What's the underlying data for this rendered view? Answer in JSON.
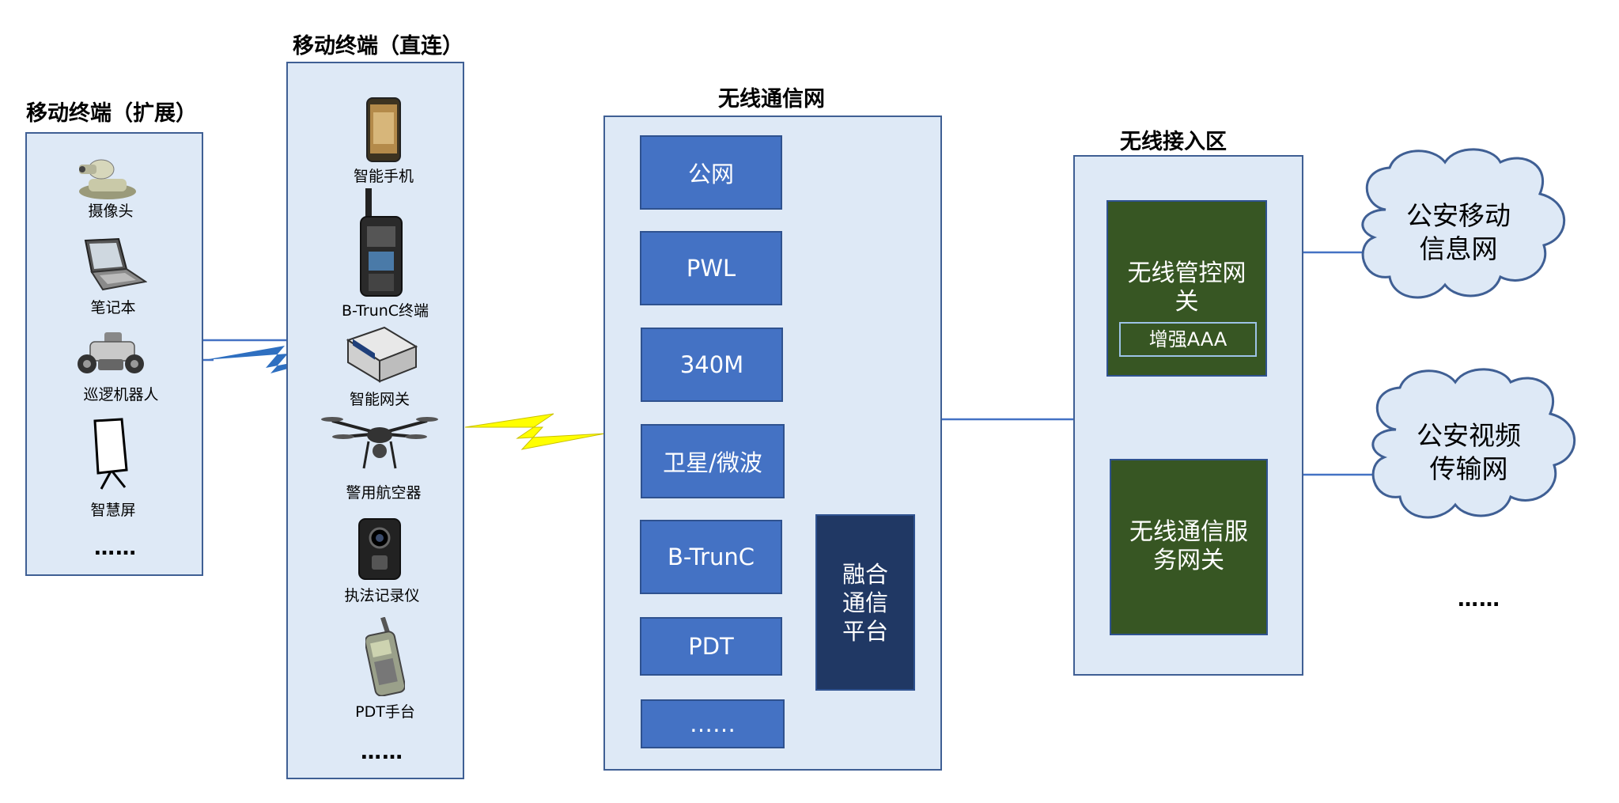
{
  "ext_terminals": {
    "title": "移动终端（扩展）",
    "items": [
      {
        "label": "摄像头",
        "icon": "ptz-camera-icon"
      },
      {
        "label": "笔记本",
        "icon": "laptop-icon"
      },
      {
        "label": "巡逻机器人",
        "icon": "patrol-robot-icon"
      },
      {
        "label": "智慧屏",
        "icon": "smart-screen-icon"
      }
    ],
    "more": "……"
  },
  "direct_terminals": {
    "title": "移动终端（直连）",
    "items": [
      {
        "label": "智能手机",
        "icon": "smartphone-icon"
      },
      {
        "label": "B-TrunC终端",
        "icon": "radio-terminal-icon"
      },
      {
        "label": "智能网关",
        "icon": "gateway-box-icon"
      },
      {
        "label": "警用航空器",
        "icon": "drone-icon"
      },
      {
        "label": "执法记录仪",
        "icon": "body-camera-icon"
      },
      {
        "label": "PDT手台",
        "icon": "handheld-radio-icon"
      }
    ],
    "more": "……"
  },
  "wireless_network": {
    "title": "无线通信网",
    "networks": [
      "公网",
      "PWL",
      "340M",
      "卫星/微波",
      "B-TrunC",
      "PDT",
      "……"
    ],
    "fusion_platform": [
      "融合",
      "通信",
      "平台"
    ]
  },
  "access_zone": {
    "title": "无线接入区",
    "control_gateway": "无线管控网关",
    "aaa": "增强AAA",
    "service_gateway": "无线通信服务网关"
  },
  "clouds": [
    {
      "lines": [
        "公安移动",
        "信息网"
      ]
    },
    {
      "lines": [
        "公安视频",
        "传输网"
      ]
    }
  ],
  "clouds_more": "……",
  "colors": {
    "panel_fill": "#dee9f6",
    "panel_border": "#3f5f94",
    "network_box": "#4472c4",
    "fusion_box": "#203864",
    "gateway_box": "#375623",
    "lightning_blue": "#2e6fc0",
    "lightning_yellow": "#ffff00"
  }
}
